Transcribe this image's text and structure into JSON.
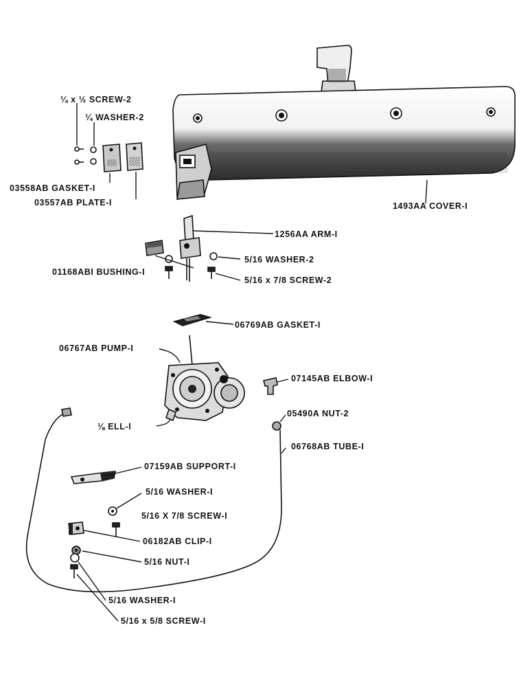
{
  "parts": {
    "screw_quarter": "¼ x ½ SCREW-2",
    "washer_quarter": "¼ WASHER-2",
    "gasket_03558": "03558AB GASKET-I",
    "plate_03557": "03557AB PLATE-I",
    "cover_1493": "1493AA COVER-I",
    "arm_1256": "1256AA ARM-I",
    "bushing_01168": "01168ABI BUSHING-I",
    "washer_516_arm": "5/16 WASHER-2",
    "screw_516_78_arm": "5/16 x 7/8 SCREW-2",
    "gasket_06769": "06769AB GASKET-I",
    "pump_06767": "06767AB PUMP-I",
    "elbow_07145": "07145AB ELBOW-I",
    "ell_eighth": "⅛ ELL-I",
    "nut_05490": "05490A NUT-2",
    "tube_06768": "06768AB TUBE-I",
    "support_07159": "07159AB SUPPORT-I",
    "washer_516_support": "5/16 WASHER-I",
    "screw_516_78_support": "5/16 X 7/8 SCREW-I",
    "clip_06182": "06182AB CLIP-I",
    "nut_516": "5/16 NUT-I",
    "washer_516_lower": "5/16 WASHER-I",
    "screw_516_58": "5/16 x 5/8 SCREW-I"
  }
}
